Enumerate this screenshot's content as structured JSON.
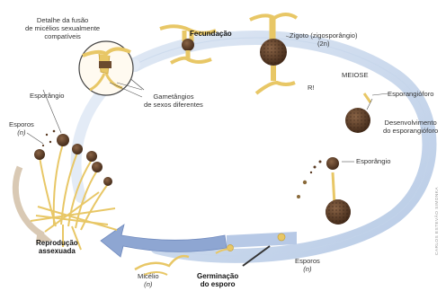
{
  "labels": {
    "detalhe": [
      "Detalhe da fusão",
      "de micélios sexualmente",
      "compatíveis"
    ],
    "fecundacao": "Fecundação",
    "zigoto": [
      "Zigoto (zigosporângio)",
      "(2n)"
    ],
    "meiose": "MEIOSE",
    "r": "R!",
    "esporangioforo": "Esporangióforo",
    "desenvolvimento": [
      "Desenvolvimento",
      "do esporangióforo"
    ],
    "esporangio_right": "Esporângio",
    "esporangio_left": "Esporângio",
    "esporos_left": [
      "Esporos",
      "(n)"
    ],
    "gametangios": [
      "Gametângios",
      "de sexos diferentes"
    ],
    "reproducao": [
      "Reprodução",
      "assexuada"
    ],
    "micelio": [
      "Micélio",
      "(n)"
    ],
    "germinacao": [
      "Germinação",
      "do esporo"
    ],
    "esporos_bottom": [
      "Esporos",
      "(n)"
    ],
    "credit": "CARLOS ESTEVÃO SIMONKA"
  },
  "colors": {
    "cycle_arrow": "#c9d9ee",
    "cycle_arrow_dark": "#9eb8dd",
    "left_arrow": "#d9c9b4",
    "hypha": "#e8c766",
    "hypha_dark": "#c9a23a",
    "sporangium": "#5a3a22",
    "zygote": "#6b4a2e"
  }
}
